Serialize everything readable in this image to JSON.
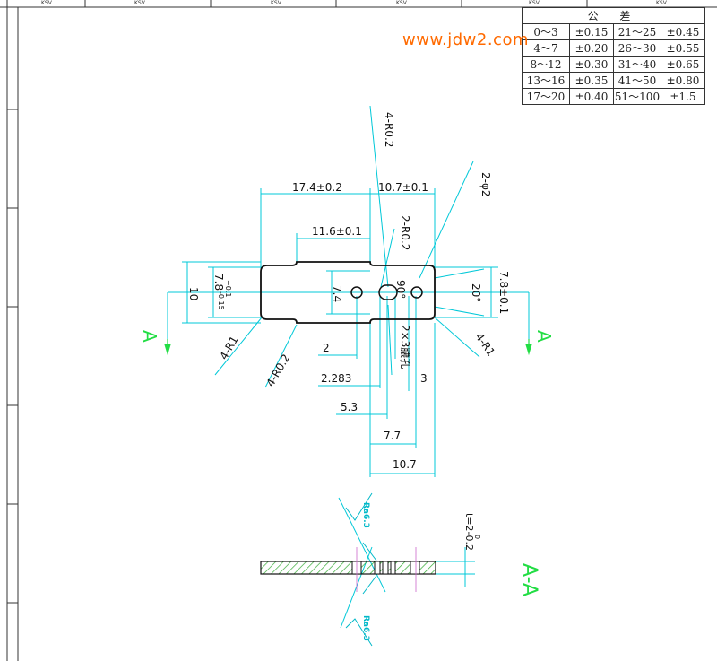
{
  "title_cells": [
    "KSV",
    "KSV",
    "KSV",
    "KSV",
    "KSV",
    "KSV"
  ],
  "watermark": "www.jdw2.com",
  "tolerance_table": {
    "header": "公 差",
    "rows": [
      [
        "0～3",
        "±0.15",
        "21～25",
        "±0.45"
      ],
      [
        "4～7",
        "±0.20",
        "26～30",
        "±0.55"
      ],
      [
        "8～12",
        "±0.30",
        "31～40",
        "±0.65"
      ],
      [
        "13～16",
        "±0.35",
        "41～50",
        "±0.80"
      ],
      [
        "17～20",
        "±0.40",
        "51～100",
        "±1.5"
      ]
    ]
  },
  "dimensions": {
    "overall_length": "17.4±0.2",
    "right_length": "10.7±0.1",
    "neck_length": "11.6±0.1",
    "corner_r_top": "4-R0.2",
    "slot_r": "2-R0.2",
    "holes": "2-φ2",
    "height": "7.8±0.1",
    "height_left": "7.8",
    "height_left_tol_upper": "+0.1",
    "height_left_tol_lower": "-0.15",
    "total_height": "10",
    "neck_height": "7.4",
    "angle_90": "90°",
    "angle_20": "20°",
    "corner_r_left": "4-R1",
    "corner_r_neck": "4-R0.2",
    "corner_r_right": "4-R1",
    "slot_label": "2×3腰孔",
    "dim_2": "2",
    "dim_2283": "2.283",
    "dim_53": "5.3",
    "dim_3": "3",
    "dim_77": "7.7",
    "dim_107": "10.7",
    "thickness": "t=2-0.2",
    "thickness_upper": "0",
    "section_mark_left": "A",
    "section_mark_right": "A",
    "section_title": "A-A",
    "roughness_top": "Ra6.3",
    "roughness_bottom": "Ra6.3"
  },
  "colors": {
    "dimension": "#00c8d8",
    "outline": "#111111",
    "section_mark": "#22dd44",
    "hatch": "#33aa33",
    "roughness": "#00b8c8",
    "watermark": "#ff6a00"
  }
}
